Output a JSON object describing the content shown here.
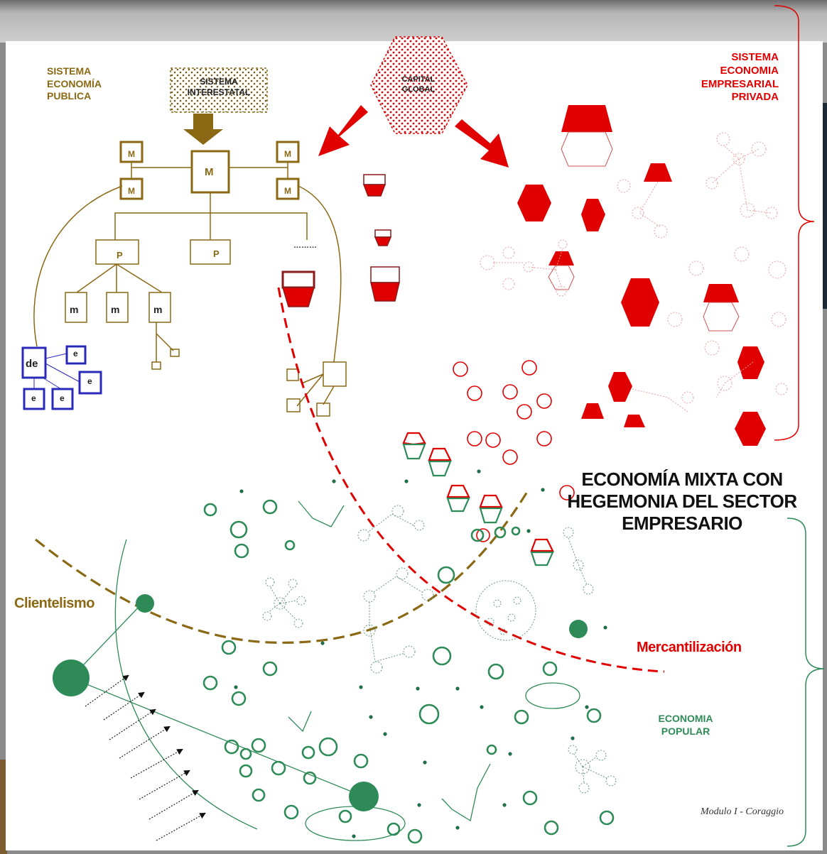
{
  "labels": {
    "sistema_publica": "SISTEMA\nECONOMÍA\nPUBLICA",
    "sistema_interestatal": "SISTEMA INTERESTATAL",
    "capital_global": "CAPITAL GLOBAL",
    "sistema_privada": "SISTEMA\nECONOMIA\nEMPRESARIAL\nPRIVADA",
    "main_title": "ECONOMÍA MIXTA CON HEGEMONIA DEL SECTOR EMPRESARIO",
    "clientelismo": "Clientelismo",
    "mercantilizacion": "Mercantilización",
    "economia_popular": "ECONOMIA\nPOPULAR",
    "footer": "Modulo I  -  Coraggio",
    "dots": "………",
    "box_M": "M",
    "box_P": "P",
    "box_m": "m",
    "box_de": "de",
    "box_e": "e"
  },
  "colors": {
    "public": "#8b6914",
    "private": "#e00000",
    "popular": "#2e8b57",
    "domestic": "#2a2ab8"
  }
}
